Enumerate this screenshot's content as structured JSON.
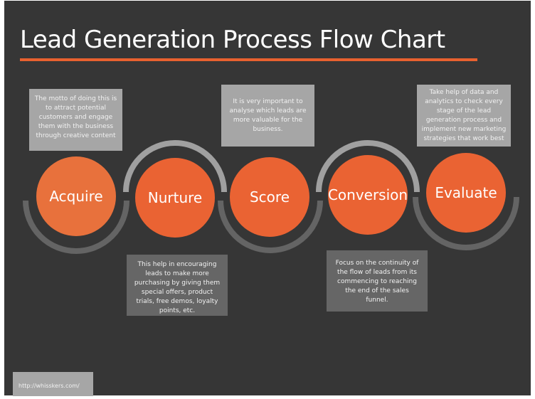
{
  "title": "Lead Generation Process Flow Chart",
  "colors": {
    "background": "#363636",
    "accent": "#ea6333",
    "light_box": "#a6a6a6",
    "dark_box": "#666666"
  },
  "steps": [
    {
      "label": "Acquire",
      "description": "The motto of doing this is to attract potential customers and engage them with the business through creative content"
    },
    {
      "label": "Nurture",
      "description": "This help in encouraging leads to make more purchasing by giving them special offers, product trials, free demos, loyalty points, etc."
    },
    {
      "label": "Score",
      "description": "It is very important to analyse which leads are more valuable for the business."
    },
    {
      "label": "Conversion",
      "description": "Focus on the continuity of the flow of leads from its commencing to reaching the end of the sales funnel."
    },
    {
      "label": "Evaluate",
      "description": "Take help of data and analytics to check every stage of the lead generation process and implement new marketing strategies that work best"
    }
  ],
  "footer": "http://whisskers.com/"
}
